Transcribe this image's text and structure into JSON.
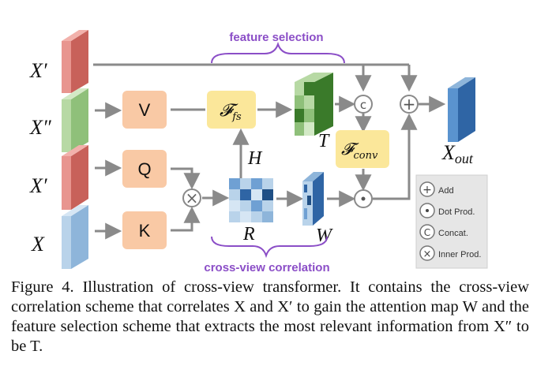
{
  "figure": {
    "inputs": {
      "x_prime_top": "X′",
      "x_double_prime": "X″",
      "x_prime_mid": "X′",
      "x": "X"
    },
    "blocks": {
      "v": "V",
      "q": "Q",
      "k": "K",
      "f_fs": "𝓕",
      "f_fs_sub": "fs",
      "f_conv": "𝓕",
      "f_conv_sub": "conv"
    },
    "symbols": {
      "h": "H",
      "r": "R",
      "w": "W",
      "t": "T",
      "x_out": "X",
      "x_out_sub": "out",
      "concat": "c",
      "add": "+",
      "dot": "·",
      "inner": "×"
    },
    "annotations": {
      "feature_selection": "feature selection",
      "cross_view_correlation": "cross-view correlation"
    },
    "legend": [
      {
        "symbol": "+",
        "label": "Add"
      },
      {
        "symbol": "·",
        "label": "Dot Prod."
      },
      {
        "symbol": "C",
        "label": "Concat."
      },
      {
        "symbol": "×",
        "label": "Inner Prod."
      }
    ],
    "colors": {
      "red_block": "#e8958f",
      "green_block": "#b7d9a4",
      "blue_block": "#b9d3ea",
      "orange_box": "#f9c9a5",
      "yellow_box": "#fbe79a",
      "purple": "#8b4ec7",
      "arrow_gray": "#8a8a8a",
      "output_blue": "#3f7fc4"
    }
  },
  "caption": {
    "text": "Figure 4. Illustration of cross-view transformer. It contains the cross-view correlation scheme that correlates X and X′ to gain the attention map W and the feature selection scheme that extracts the most relevant information from X″ to be T."
  }
}
